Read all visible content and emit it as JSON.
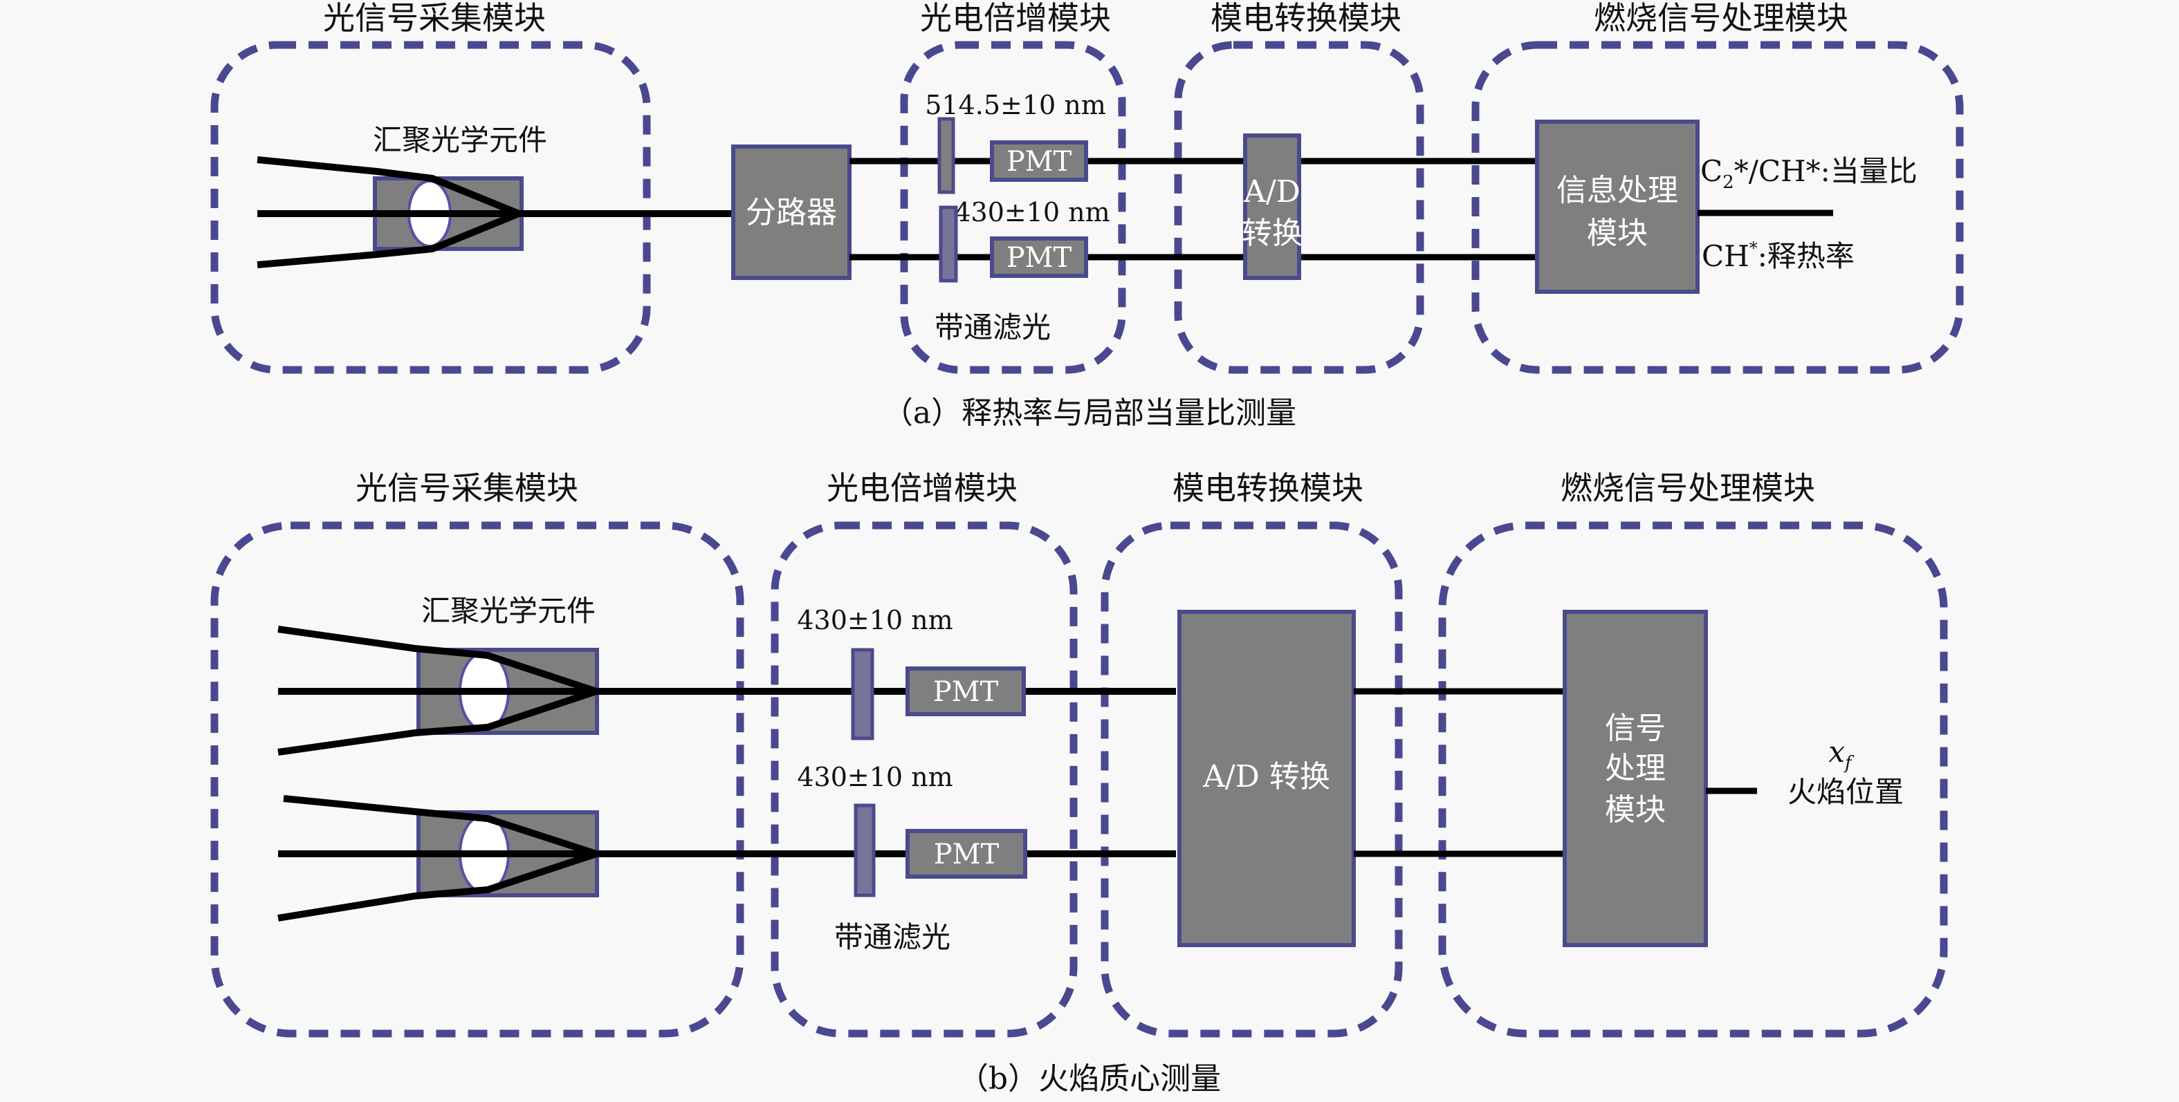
{
  "figure_a": {
    "caption": "（a）释热率与局部当量比测量",
    "modules": [
      {
        "title": "光信号采集模块"
      },
      {
        "title": "光电倍增模块"
      },
      {
        "title": "模电转换模块"
      },
      {
        "title": "燃烧信号处理模块"
      }
    ],
    "optics_label": "汇聚光学元件",
    "splitter_label": "分路器",
    "filter_top_wavelength": "514.5±10 nm",
    "filter_bottom_wavelength": "430±10 nm",
    "bandpass_label": "带通滤光",
    "pmt_label": "PMT",
    "adc_line1": "A/D",
    "adc_line2": "转换",
    "processor_line1": "信息处理",
    "processor_line2": "模块",
    "output_top_c": "C",
    "output_top_sub": "2",
    "output_top_rest": "*/CH*:当量比",
    "output_bottom_ch": "CH",
    "output_bottom_sup": "*",
    "output_bottom_rest": ":释热率"
  },
  "figure_b": {
    "caption": "（b）火焰质心测量",
    "modules": [
      {
        "title": "光信号采集模块"
      },
      {
        "title": "光电倍增模块"
      },
      {
        "title": "模电转换模块"
      },
      {
        "title": "燃烧信号处理模块"
      }
    ],
    "optics_label": "汇聚光学元件",
    "filter_top_wavelength": "430±10 nm",
    "filter_bottom_wavelength": "430±10 nm",
    "bandpass_label": "带通滤光",
    "pmt_label": "PMT",
    "adc_label": "A/D 转换",
    "processor_line1": "信号",
    "processor_line2": "处理",
    "processor_line3": "模块",
    "output_symbol": "x",
    "output_symbol_sub": "f",
    "output_label": "火焰位置"
  }
}
